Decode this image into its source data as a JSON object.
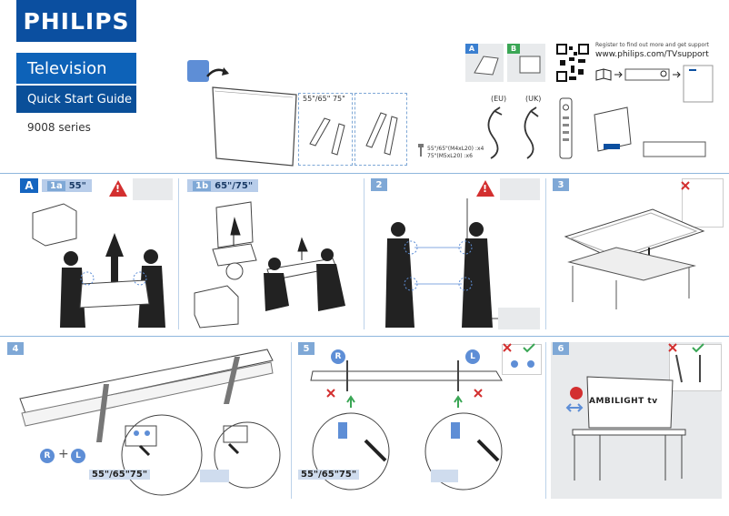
{
  "header": {
    "brand": "PHILIPS",
    "product": "Television",
    "guide": "Quick Start Guide",
    "series": "9008 series",
    "register_text": "Register to find out more and get support",
    "register_url": "www.philips.com/TVsupport"
  },
  "contents": {
    "badge_a": "A",
    "badge_b": "B",
    "stand_sizes": "55\"/65\" 75\"",
    "plug_eu": "(EU)",
    "plug_uk": "(UK)",
    "screws_line1": "55\"/65\"(M4xL20) :x4",
    "screws_line2": "75\"(M5xL20) :x6"
  },
  "steps": {
    "A": "A",
    "a1_num": "1a",
    "a1_size": "55\"",
    "b1_num": "1b",
    "b1_size": "65\"/75\"",
    "s2": "2",
    "s3": "3",
    "s4": "4",
    "s5": "5",
    "s6": "6",
    "r": "R",
    "l": "L",
    "plus": "+",
    "size_label_4": "55\"/65\"75\"",
    "size_label_5": "55\"/65\"75\"",
    "ambilight": "AMBILIGHT tv"
  },
  "colors": {
    "brand_blue": "#0b4fa0",
    "step_blue": "#7fa8d6",
    "warning_red": "#d32f2f",
    "check_green": "#3aa655"
  }
}
